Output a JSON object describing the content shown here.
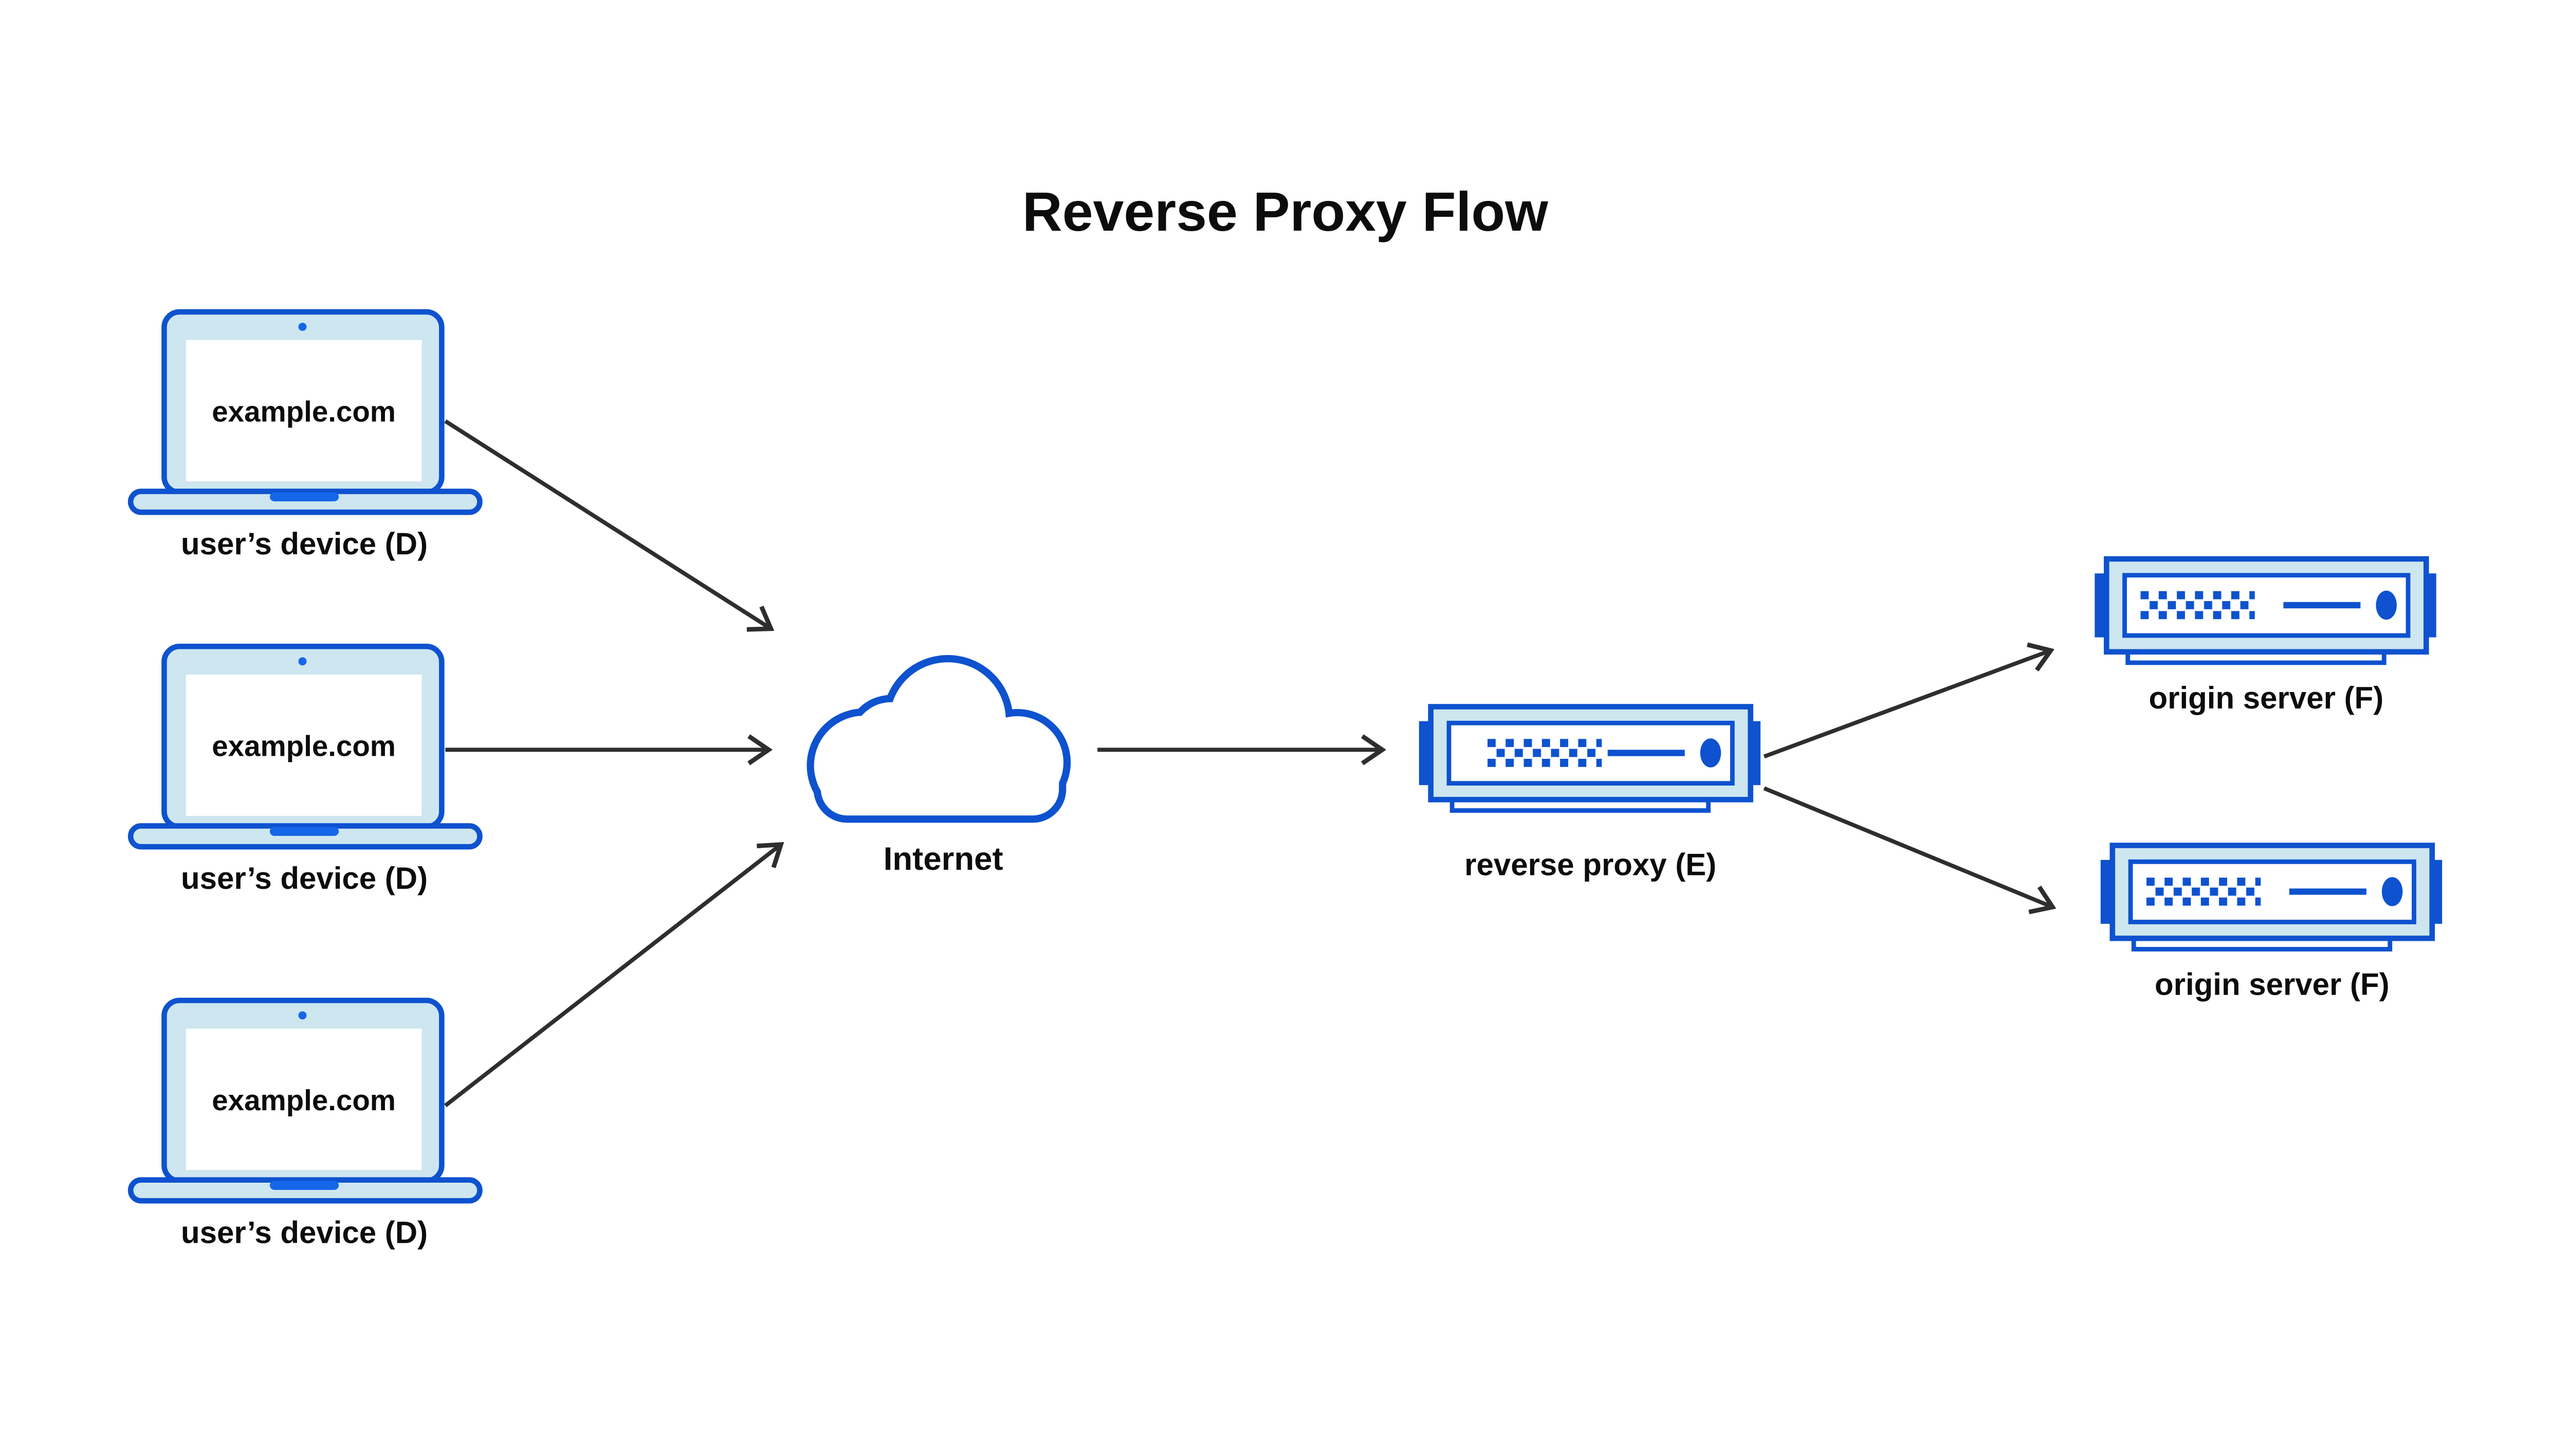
{
  "title": "Reverse Proxy Flow",
  "colors": {
    "primary": "#0e52cf",
    "accent": "#1566e8",
    "light": "#cde6f0",
    "arrow": "#2e2e2e",
    "text": "#0c0c0c"
  },
  "devices": [
    {
      "screen_text": "example.com",
      "label": "user’s device (D)"
    },
    {
      "screen_text": "example.com",
      "label": "user’s device (D)"
    },
    {
      "screen_text": "example.com",
      "label": "user’s device (D)"
    }
  ],
  "internet": {
    "label": "Internet"
  },
  "proxy": {
    "label": "reverse proxy (E)"
  },
  "origins": [
    {
      "label": "origin server (F)"
    },
    {
      "label": "origin server (F)"
    }
  ]
}
